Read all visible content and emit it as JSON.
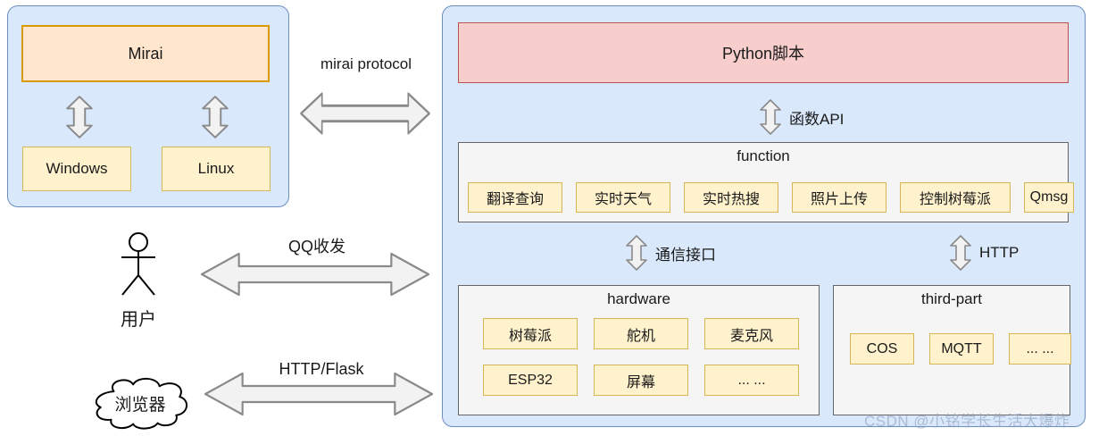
{
  "colors": {
    "panel_fill": "#dae8fc",
    "panel_border": "#6c8ebf",
    "orange_fill": "#ffe6cc",
    "orange_border": "#d79b00",
    "yellow_fill": "#fff2cc",
    "yellow_border": "#d6b656",
    "pink_fill": "#f8cecc",
    "pink_border": "#b85450",
    "gray_fill": "#f5f5f5",
    "gray_border": "#666666",
    "arrow_fill": "#f2f2f2",
    "arrow_stroke": "#8a8a8a"
  },
  "left_panel": {
    "title": "Mirai",
    "os_items": [
      "Windows",
      "Linux"
    ]
  },
  "links": {
    "mirai_protocol": "mirai protocol",
    "function_api": "函数API",
    "comm_interface": "通信接口",
    "http": "HTTP",
    "qq": "QQ收发",
    "http_flask": "HTTP/Flask"
  },
  "right_panel": {
    "title": "Python脚本",
    "function_group": {
      "title": "function",
      "items": [
        "翻译查询",
        "实时天气",
        "实时热搜",
        "照片上传",
        "控制树莓派",
        "Qmsg"
      ]
    },
    "hardware_group": {
      "title": "hardware",
      "rows": [
        [
          "树莓派",
          "舵机",
          "麦克风"
        ],
        [
          "ESP32",
          "屏幕",
          "... ..."
        ]
      ]
    },
    "thirdpart_group": {
      "title": "third-part",
      "items": [
        "COS",
        "MQTT",
        "... ..."
      ]
    }
  },
  "actors": {
    "user_label": "用户",
    "browser_label": "浏览器"
  },
  "watermark": "CSDN @小铭学长生活大爆炸"
}
